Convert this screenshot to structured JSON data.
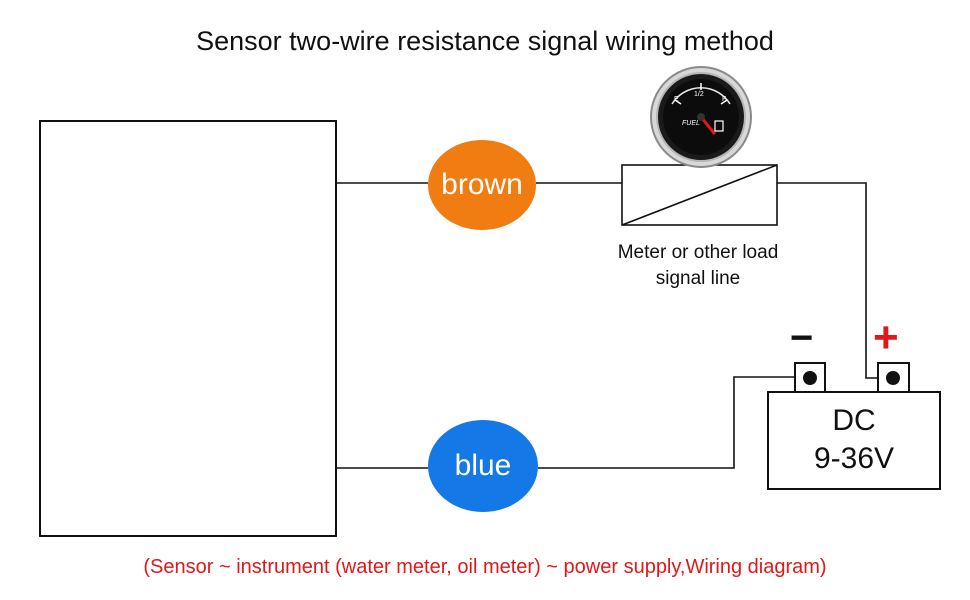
{
  "title": "Sensor two-wire resistance signal wiring method",
  "nodes": {
    "brown": "brown",
    "blue": "blue"
  },
  "meter": {
    "label_line1": "Meter or other load",
    "label_line2": "signal line",
    "gauge_marks": {
      "empty": "E",
      "half": "1/2",
      "full": "F"
    },
    "gauge_text": "FUEL"
  },
  "battery": {
    "line1": "DC",
    "line2": "9-36V",
    "negative": "−",
    "positive": "+"
  },
  "caption": "(Sensor ~ instrument (water meter, oil meter) ~ power supply,Wiring diagram)",
  "colors": {
    "brown_node": "#f07c12",
    "blue_node": "#1479e6",
    "positive": "#e01818",
    "caption": "#e01818"
  }
}
